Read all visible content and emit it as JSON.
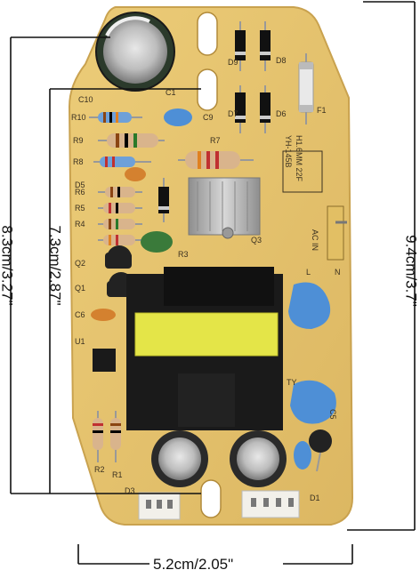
{
  "dimensions": {
    "height_outer": "8.3cm/3.27\"",
    "height_inner": "7.3cm/2.87\"",
    "height_total": "9.4cm/3.7\"",
    "width": "5.2cm/2.05\""
  },
  "board_markings": {
    "model_line1": "H1.6MM 22F",
    "model_line2": "YH-145B",
    "ac_in": "AC IN",
    "n": "N",
    "l": "L",
    "ty": "TY",
    "c5": "C5",
    "c9": "C9",
    "c10": "C10",
    "c1": "C1",
    "d1": "D1",
    "d3": "D3",
    "r1": "R1",
    "r2": "R2",
    "r3": "R3",
    "r4": "R4",
    "r5": "R5",
    "r6": "R6",
    "r7": "R7",
    "r8": "R8",
    "r9": "R9",
    "r10": "R10",
    "d5": "D5",
    "d6": "D6",
    "d7": "D7",
    "d8": "D8",
    "d9": "D9",
    "q1": "Q1",
    "q2": "Q2",
    "q3": "Q3",
    "u1": "U1",
    "c6": "C6",
    "f1": "F1"
  },
  "colors": {
    "pcb": "#e6c46e",
    "pcb_edge": "#c9a24f",
    "transformer_core": "#1a1a1a",
    "transformer_bobbin": "#e8e84a",
    "ceramic_cap": "#4e8fd6",
    "film_cap": "#3a7a3a",
    "electrolytic": "#2a2a2a",
    "heatsink": "#b8b8b8",
    "dimension_line": "#111111"
  }
}
